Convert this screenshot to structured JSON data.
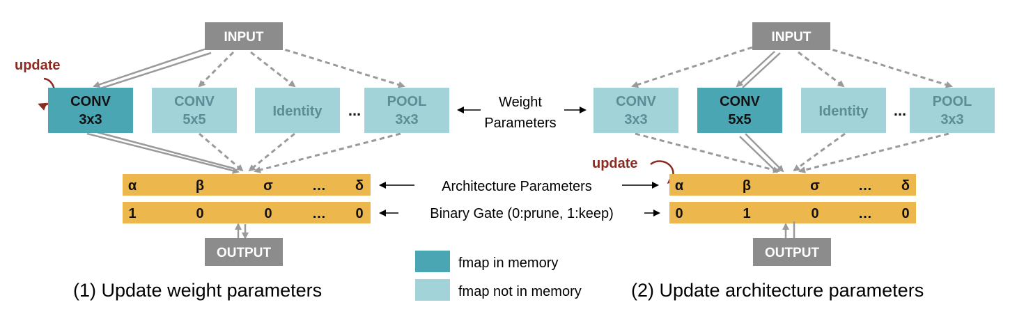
{
  "colors": {
    "io_box": "#8c8c8c",
    "fmap_in_memory": "#4aa6b3",
    "fmap_not_in_memory": "#a2d3d9",
    "param_bar": "#ecb74c",
    "update": "#8a2a20"
  },
  "left": {
    "input": "INPUT",
    "output": "OUTPUT",
    "update": "update",
    "ops": [
      {
        "line1": "CONV",
        "line2": "3x3"
      },
      {
        "line1": "CONV",
        "line2": "5x5"
      },
      {
        "line1": "Identity",
        "line2": ""
      },
      {
        "line1": "POOL",
        "line2": "3x3"
      }
    ],
    "dots": "...",
    "arch": [
      "α",
      "β",
      "σ",
      "…",
      "δ"
    ],
    "gate": [
      "1",
      "0",
      "0",
      "…",
      "0"
    ],
    "caption": "(1) Update weight parameters"
  },
  "right": {
    "input": "INPUT",
    "output": "OUTPUT",
    "update": "update",
    "ops": [
      {
        "line1": "CONV",
        "line2": "3x3"
      },
      {
        "line1": "CONV",
        "line2": "5x5"
      },
      {
        "line1": "Identity",
        "line2": ""
      },
      {
        "line1": "POOL",
        "line2": "3x3"
      }
    ],
    "dots": "...",
    "arch": [
      "α",
      "β",
      "σ",
      "…",
      "δ"
    ],
    "gate": [
      "0",
      "1",
      "0",
      "…",
      "0"
    ],
    "caption": "(2) Update architecture parameters"
  },
  "middle": {
    "weight_line1": "Weight",
    "weight_line2": "Parameters",
    "arch_label": "Architecture Parameters",
    "gate_label": "Binary Gate (0:prune, 1:keep)"
  },
  "legend": {
    "in_memory": "fmap in memory",
    "not_in_memory": "fmap not in memory"
  }
}
